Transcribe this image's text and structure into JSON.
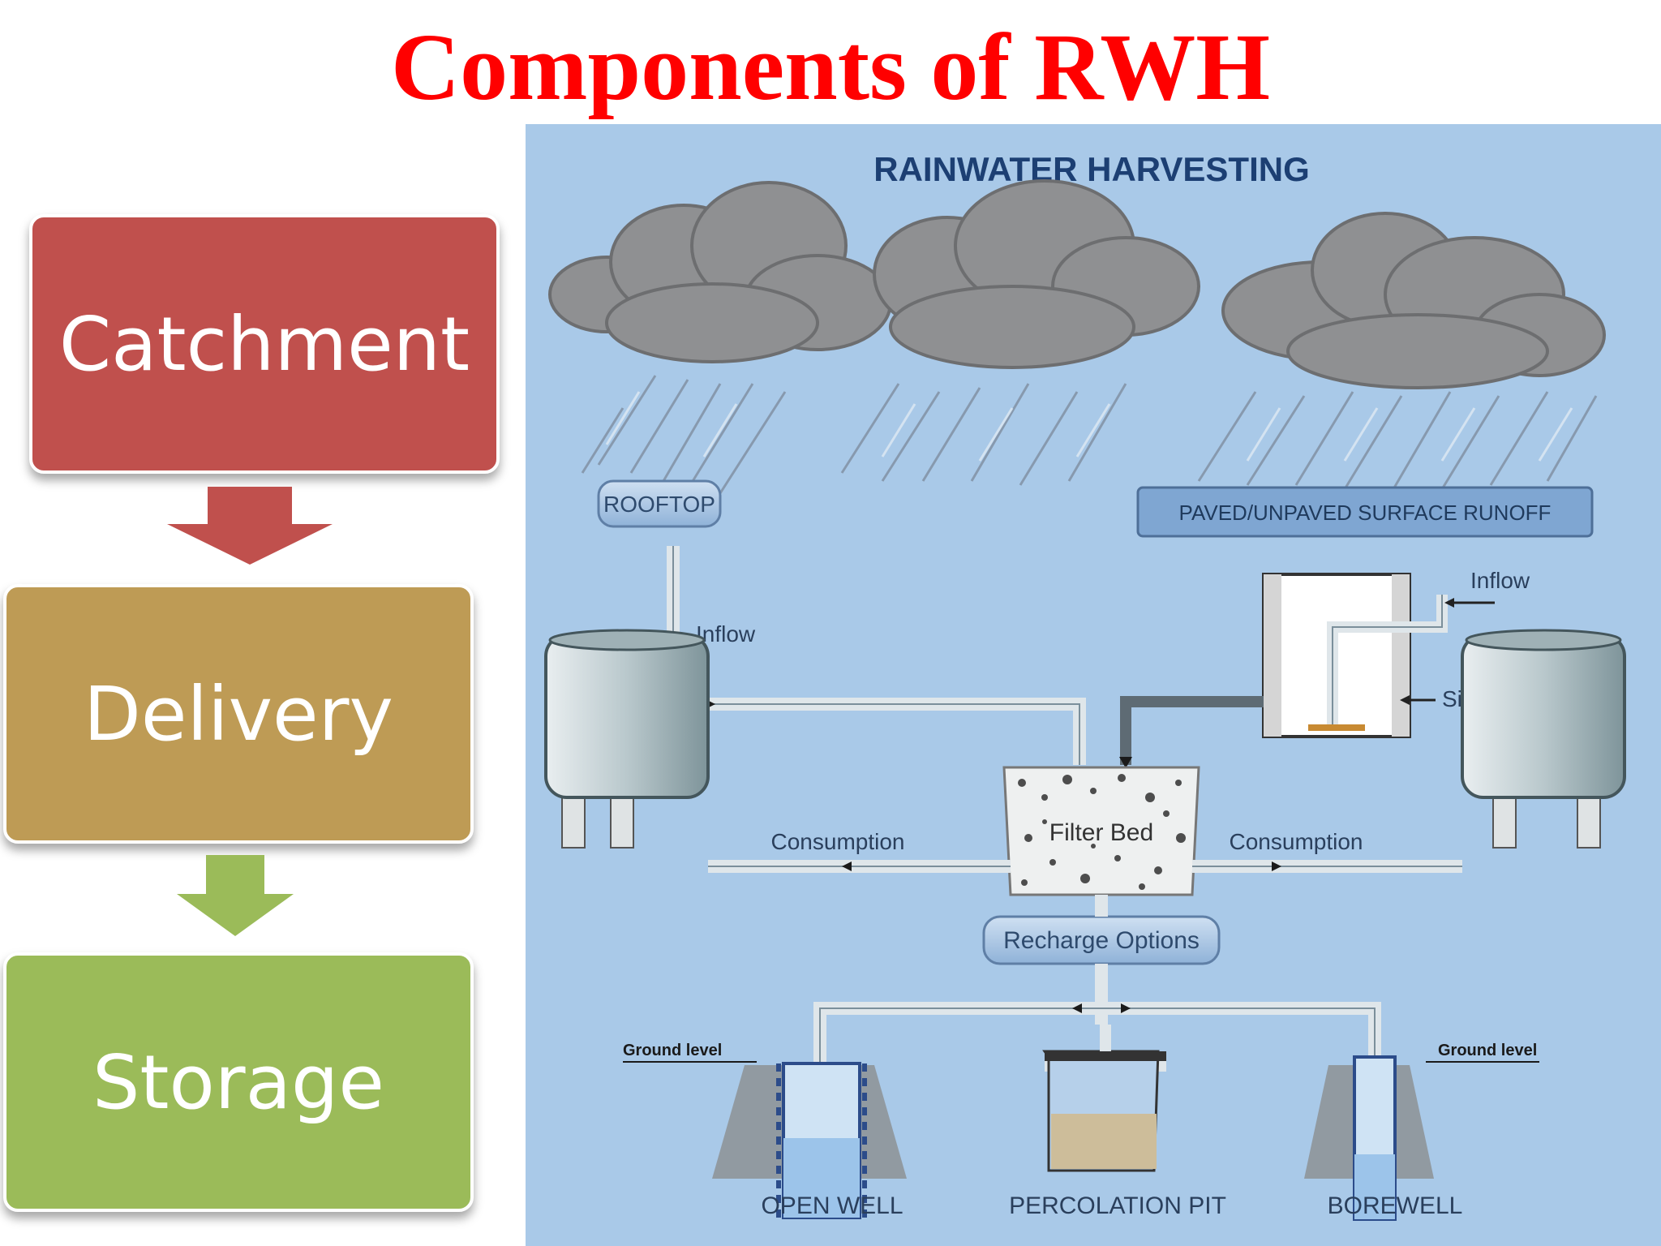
{
  "slide_title": "Components of RWH",
  "flow": {
    "steps": [
      "Catchment",
      "Delivery",
      "Storage"
    ],
    "colors": [
      "#c0504d",
      "#be9b55",
      "#9bbb59"
    ]
  },
  "diagram": {
    "heading": "RAINWATER HARVESTING",
    "rooftop": "ROOFTOP",
    "surface_runoff": "PAVED/UNPAVED SURFACE RUNOFF",
    "inflow_left": "Inflow",
    "inflow_right": "Inflow",
    "silt_trap": "Silt trap",
    "filter_bed": "Filter Bed",
    "consumption_left": "Consumption",
    "consumption_right": "Consumption",
    "recharge_options": "Recharge Options",
    "ground_level_left": "Ground level",
    "ground_level_right": "Ground level",
    "open_well": "OPEN WELL",
    "percolation_pit": "PERCOLATION PIT",
    "borewell": "BOREWELL"
  }
}
